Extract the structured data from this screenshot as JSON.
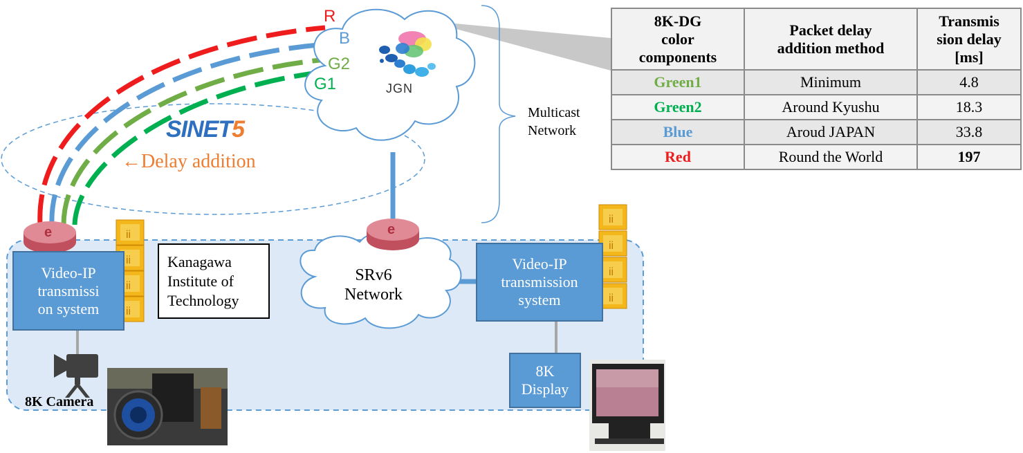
{
  "colors": {
    "red": "#ee1c1c",
    "blue": "#5b9bd5",
    "green1": "#70ad47",
    "green2": "#00b050",
    "orange": "#ed7d31",
    "box_fill": "#5b9bd5",
    "panel_fill": "#dbe8f6"
  },
  "route_labels": {
    "r": "R",
    "b": "B",
    "g2": "G2",
    "g1": "G1"
  },
  "logos": {
    "sinet": "SINET",
    "sinet_number": "5",
    "jgn": "JGN"
  },
  "delay_label": "←Delay addition",
  "multicast_label": "Multicast\nNetwork",
  "left_system": "Video-IP\ntransmissi\non system",
  "institute": [
    "Kanagawa",
    "Institute of",
    "Technology"
  ],
  "srv6_label": "SRv6\nNetwork",
  "right_system": "Video-IP\ntransmission\nsystem",
  "display_label": "8K\nDisplay",
  "camera_label": "8K Camera",
  "icons": [
    "router-icon",
    "server-stack-icon",
    "video-camera-icon",
    "cloud-icon"
  ],
  "table": {
    "headers": [
      "8K-DG\ncolor\ncomponents",
      "Packet delay\naddition method",
      "Transmis\nsion delay\n[ms]"
    ],
    "rows": [
      {
        "component": "Green1",
        "method": "Minimum",
        "delay": "4.8",
        "color": "#70ad47"
      },
      {
        "component": "Green2",
        "method": "Around Kyushu",
        "delay": "18.3",
        "color": "#00b050"
      },
      {
        "component": "Blue",
        "method": "Aroud JAPAN",
        "delay": "33.8",
        "color": "#5b9bd5"
      },
      {
        "component": "Red",
        "method": "Round the World",
        "delay": "197",
        "color": "#ee1c1c"
      }
    ]
  }
}
